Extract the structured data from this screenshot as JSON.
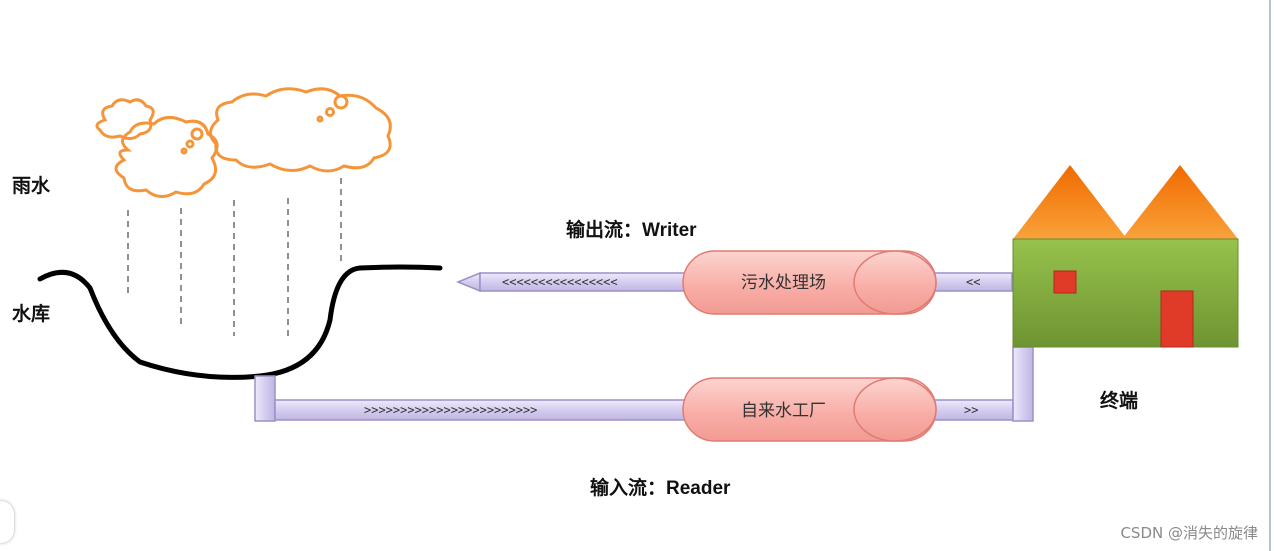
{
  "labels": {
    "rain": "雨水",
    "reservoir": "水库",
    "output_stream": "输出流：Writer",
    "input_stream": "输入流：Reader",
    "terminal": "终端",
    "sewage_plant": "污水处理场",
    "water_plant": "自来水工厂",
    "out_arrows_long": "<<<<<<<<<<<<<<<<",
    "out_arrows_short": "<<",
    "in_arrows_long": ">>>>>>>>>>>>>>>>>>>>>>>>",
    "in_arrows_short": ">>"
  },
  "watermark": "CSDN @消失的旋律",
  "colors": {
    "cloud": "#f5953a",
    "pipe_fill": "#d8d0ee",
    "pipe_stroke": "#9c90c8",
    "tank_fill": "#f9b4ae",
    "tank_stroke": "#e07b73",
    "roof": "#f37d05",
    "house_wall": "#85ae3f",
    "door": "#e03a28"
  }
}
